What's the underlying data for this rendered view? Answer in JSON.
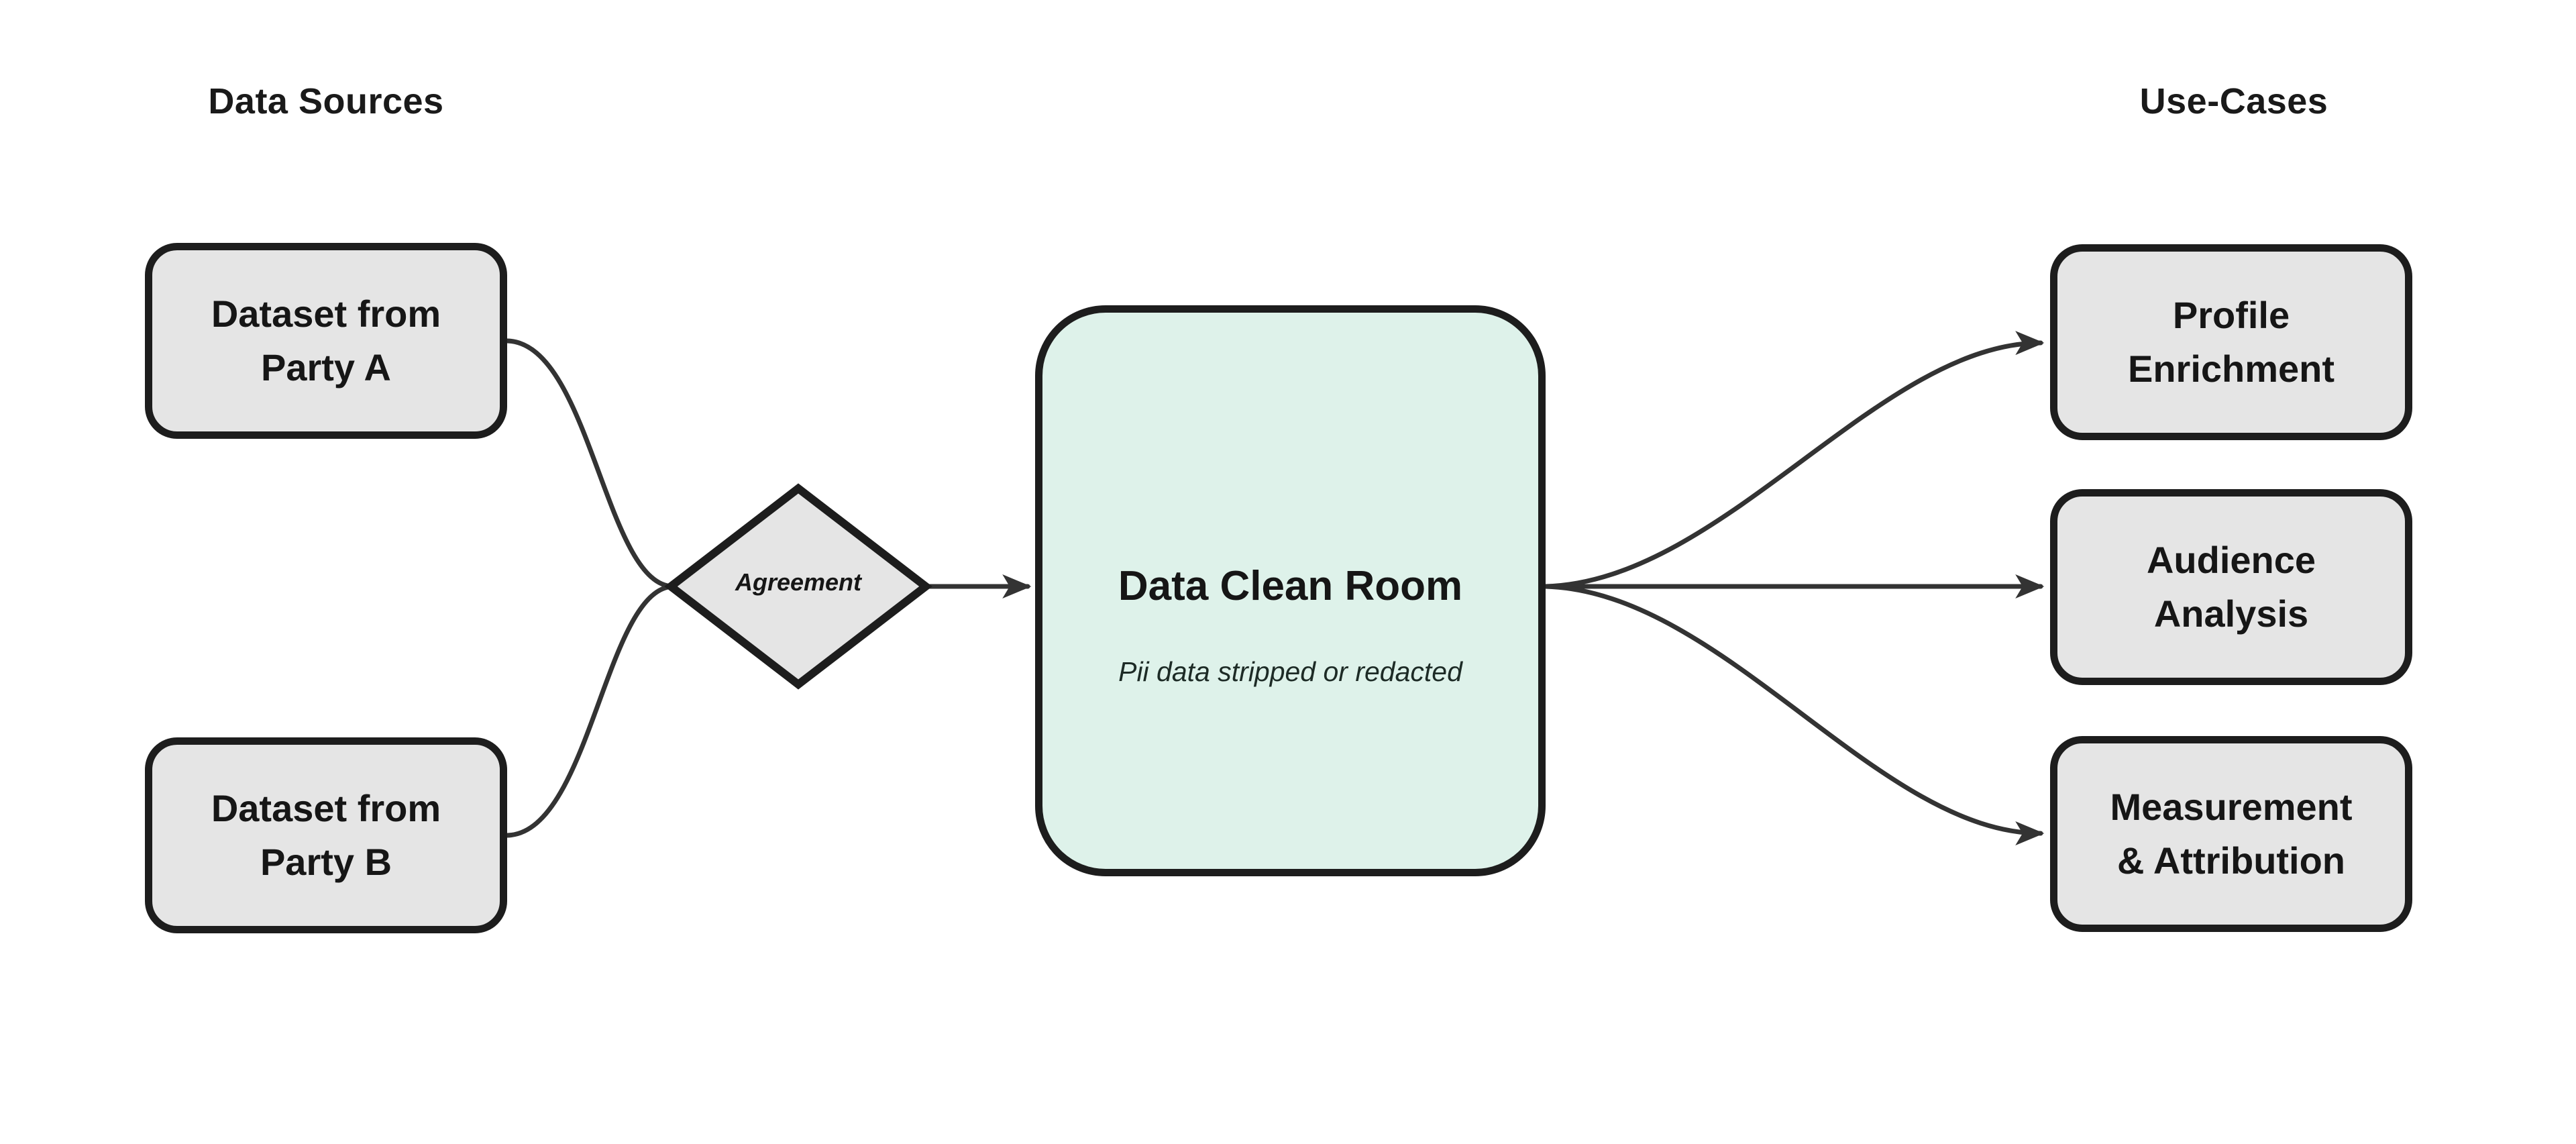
{
  "diagram": {
    "headings": {
      "left": "Data Sources",
      "right": "Use-Cases"
    },
    "sources": [
      {
        "label": "Dataset from Party A"
      },
      {
        "label": "Dataset from Party B"
      }
    ],
    "gate": {
      "label": "Agreement"
    },
    "clean_room": {
      "title": "Data Clean Room",
      "subtitle": "Pii data stripped or redacted"
    },
    "use_cases": [
      {
        "label": "Profile Enrichment"
      },
      {
        "label": "Audience Analysis"
      },
      {
        "label": "Measurement & Attribution"
      }
    ],
    "colors": {
      "background": "#ffffff",
      "node_fill": "#e5e5e5",
      "node_border": "#1d1d1d",
      "clean_room_fill": "#def2ea",
      "connector": "#333333",
      "text": "#161616"
    }
  }
}
